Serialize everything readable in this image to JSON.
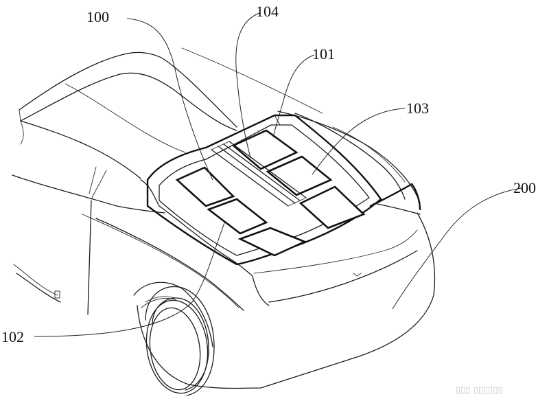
{
  "labels": {
    "top_left": "100",
    "top_center": "104",
    "top_right": "101",
    "right_upper": "103",
    "right_body": "200",
    "bottom_left": "102"
  },
  "watermark": "▯▯▯ ▯▯▯▯▯▯"
}
